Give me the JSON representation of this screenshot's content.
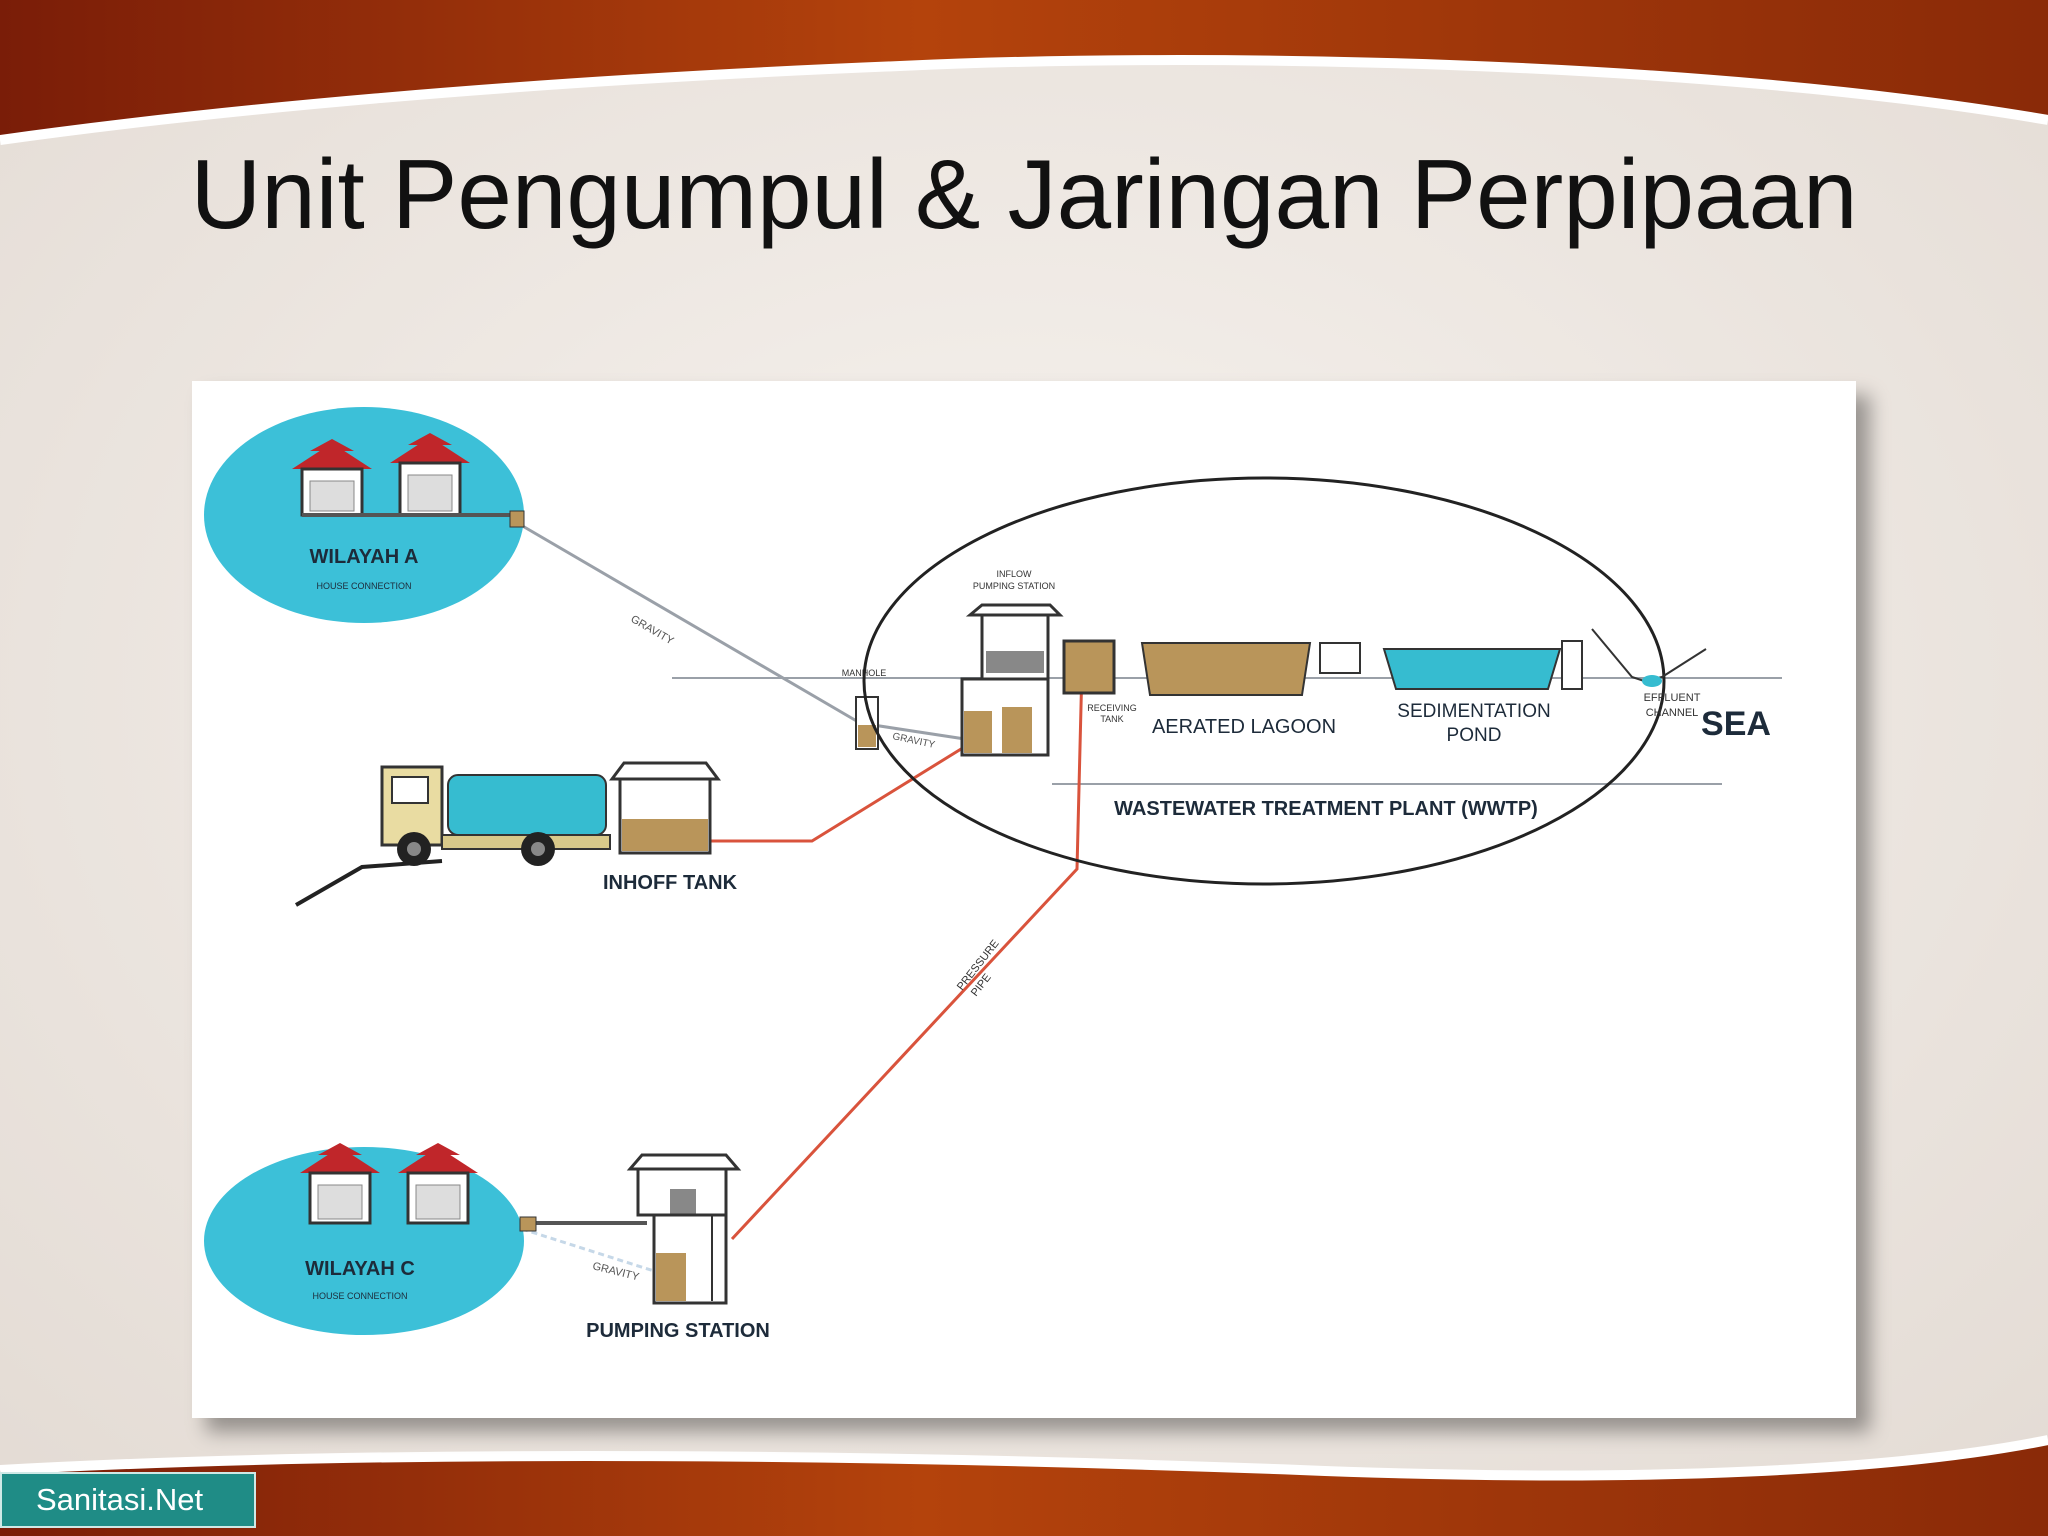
{
  "slide": {
    "title": "Unit Pengumpul & Jaringan Perpipaan",
    "brand": "Sanitasi.Net"
  },
  "diagram": {
    "zones": [
      {
        "id": "wilayah-a",
        "name": "WILAYAH A",
        "sub": "HOUSE CONNECTION"
      },
      {
        "id": "wilayah-c",
        "name": "WILAYAH C",
        "sub": "HOUSE CONNECTION"
      }
    ],
    "components": {
      "inhoff_tank": "INHOFF TANK",
      "pumping_station": "PUMPING STATION",
      "manhole": "MANHOLE",
      "inflow_pumping_line1": "INFLOW",
      "inflow_pumping_line2": "PUMPING STATION",
      "receiving_tank_line1": "RECEIVING",
      "receiving_tank_line2": "TANK",
      "aerated_lagoon": "AERATED LAGOON",
      "sedimentation_line1": "SEDIMENTATION",
      "sedimentation_line2": "POND",
      "effluent_line1": "EFFLUENT",
      "effluent_line2": "CHANNEL",
      "sea": "SEA",
      "wwtp": "WASTEWATER TREATMENT PLANT (WWTP)"
    },
    "pipes": {
      "gravity_a": "GRAVITY",
      "gravity_manhole": "GRAVITY",
      "gravity_c": "GRAVITY",
      "pressure_line1": "PRESSURE",
      "pressure_line2": "PIPE"
    },
    "colors": {
      "zone_fill": "#3cc0d8",
      "roof": "#c0262a",
      "sludge": "#b9955a",
      "water": "#36bcd0",
      "pressure_pipe": "#d9533c",
      "brand_box": "#1f8c86"
    }
  }
}
